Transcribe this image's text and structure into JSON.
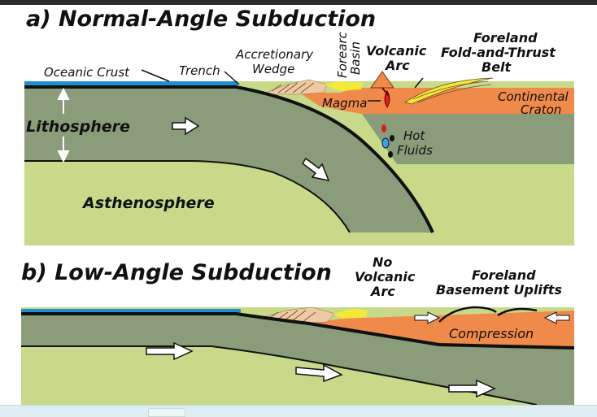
{
  "panel_a": {
    "title": "a) Normal-Angle Subduction",
    "labels": {
      "oceanic_crust": "Oceanic Crust",
      "trench": "Trench",
      "accretionary_1": "Accretionary",
      "accretionary_2": "Wedge",
      "forearc_1": "Forearc",
      "forearc_2": "Basin",
      "volcanic_1": "Volcanic",
      "volcanic_2": "Arc",
      "foreland_1": "Foreland",
      "foreland_2": "Fold-and-Thrust",
      "foreland_3": "Belt",
      "continental_1": "Continental",
      "continental_2": "Craton",
      "magma": "Magma",
      "hot_1": "Hot",
      "hot_2": "Fluids",
      "lithosphere": "Lithosphere",
      "asthenosphere": "Asthenosphere"
    }
  },
  "panel_b": {
    "title": "b) Low-Angle Subduction",
    "labels": {
      "no_1": "No",
      "no_2": "Volcanic",
      "no_3": "Arc",
      "fb_1": "Foreland",
      "fb_2": "Basement Uplifts",
      "compression": "Compression"
    }
  },
  "colors": {
    "ocean": "#1f8fd0",
    "lithosphere": "#8a9c7a",
    "asthenosphere": "#c8d98a",
    "craton": "#f08a4b",
    "wedge": "#efc9a4",
    "forearc": "#f5e836",
    "magma": "#d92020",
    "fluid": "#3aa3d8"
  }
}
